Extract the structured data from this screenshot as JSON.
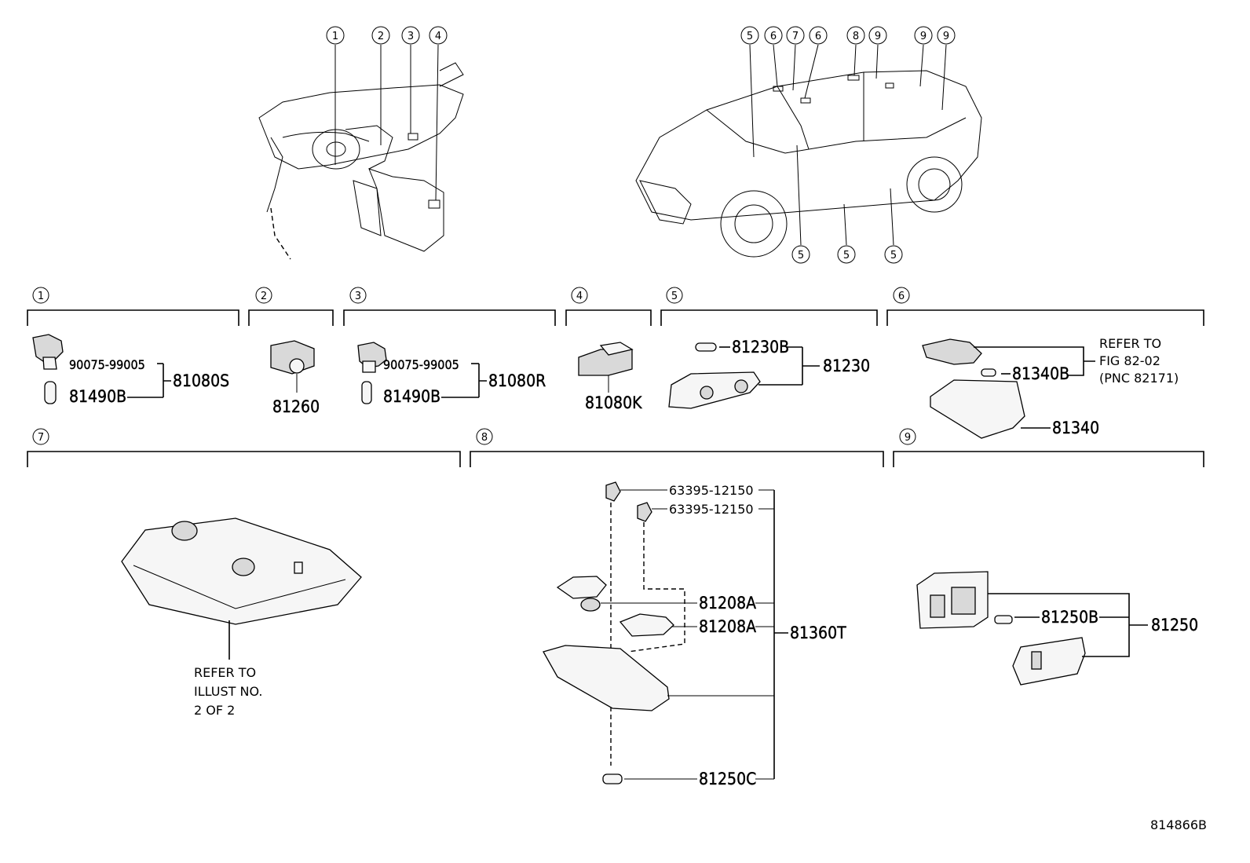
{
  "sections": [
    {
      "number": "1",
      "parts": {
        "screw": "90075-99005",
        "bulb": "81490B",
        "assy": "81080S"
      }
    },
    {
      "number": "2",
      "parts": {
        "assy": "81260"
      }
    },
    {
      "number": "3",
      "parts": {
        "screw": "90075-99005",
        "bulb": "81490B",
        "assy": "81080R"
      }
    },
    {
      "number": "4",
      "parts": {
        "assy": "81080K"
      }
    },
    {
      "number": "5",
      "parts": {
        "bulb": "81230B",
        "assy": "81230"
      }
    },
    {
      "number": "6",
      "parts": {
        "bulb": "81340B",
        "assy": "81340"
      },
      "note": [
        "REFER TO",
        "FIG 82-02",
        "(PNC 82171)"
      ]
    },
    {
      "number": "7",
      "note": [
        "REFER TO",
        "ILLUST NO.",
        "2 OF 2"
      ]
    },
    {
      "number": "8",
      "parts": {
        "clip_a": "63395-12150",
        "clip_b": "63395-12150",
        "socket_a": "81208A",
        "socket_b": "81208A",
        "assy": "81360T",
        "bulb": "81250C"
      }
    },
    {
      "number": "9",
      "parts": {
        "bulb": "81250B",
        "assy": "81250"
      }
    }
  ],
  "overview_callouts": {
    "dash": [
      "1",
      "2",
      "3",
      "4"
    ],
    "car_top": [
      "5",
      "6",
      "7",
      "6",
      "8",
      "9",
      "9",
      "9"
    ],
    "car_bottom": [
      "5",
      "5",
      "5"
    ]
  },
  "diagram_id": "814866B"
}
